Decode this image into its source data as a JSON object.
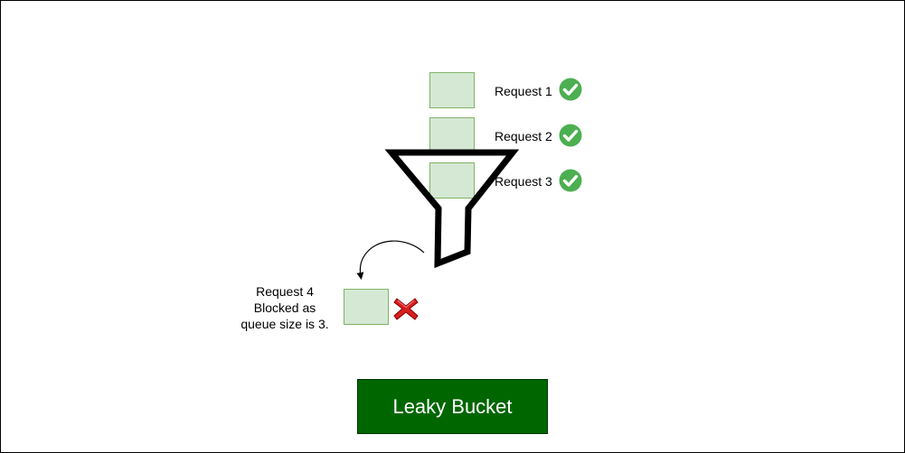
{
  "requests": [
    {
      "label": "Request 1",
      "status": "accepted",
      "icon": "check-circle-icon"
    },
    {
      "label": "Request 2",
      "status": "accepted",
      "icon": "check-circle-icon"
    },
    {
      "label": "Request 3",
      "status": "accepted",
      "icon": "check-circle-icon"
    }
  ],
  "blocked": {
    "lines": [
      "Request 4",
      "Blocked as",
      "queue size is 3."
    ],
    "icon": "red-cross-icon"
  },
  "funnel_icon": "funnel-icon",
  "title": "Leaky Bucket",
  "colors": {
    "request_fill": "#d5e8d4",
    "request_stroke": "#82b366",
    "check_green": "#4caf50",
    "cross_red": "#cc0000",
    "title_fill": "#006600",
    "title_text": "#ffffff"
  }
}
